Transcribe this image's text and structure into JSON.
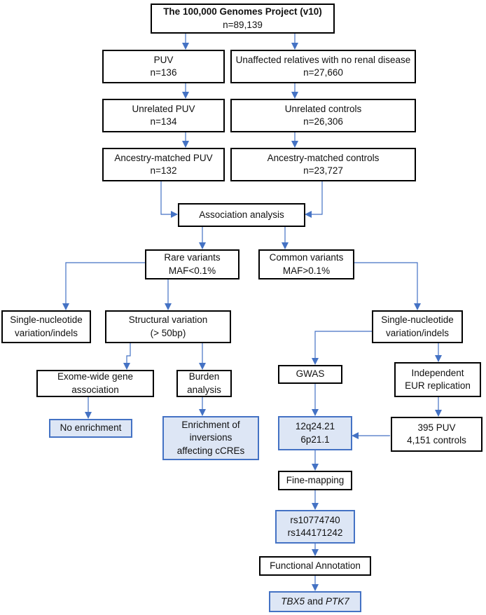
{
  "nodes": {
    "root": {
      "line1": "The 100,000 Genomes Project (v10)",
      "line2": "n=89,139"
    },
    "puv": {
      "line1": "PUV",
      "line2": "n=136"
    },
    "unaffected": {
      "line1": "Unaffected relatives with no renal disease",
      "line2": "n=27,660"
    },
    "unrel_puv": {
      "line1": "Unrelated PUV",
      "line2": "n=134"
    },
    "unrel_ctrl": {
      "line1": "Unrelated controls",
      "line2": "n=26,306"
    },
    "anc_puv": {
      "line1": "Ancestry-matched PUV",
      "line2": "n=132"
    },
    "anc_ctrl": {
      "line1": "Ancestry-matched controls",
      "line2": "n=23,727"
    },
    "assoc": {
      "line1": "Association analysis"
    },
    "rare": {
      "line1": "Rare variants",
      "line2": "MAF<0.1%"
    },
    "common": {
      "line1": "Common variants",
      "line2": "MAF>0.1%"
    },
    "snv_rare": {
      "line1": "Single-nucleotide",
      "line2": "variation/indels"
    },
    "sv": {
      "line1": "Structural variation",
      "line2": "(> 50bp)"
    },
    "snv_common": {
      "line1": "Single-nucleotide",
      "line2": "variation/indels"
    },
    "exome": {
      "line1": "Exome-wide gene",
      "line2": "association"
    },
    "burden": {
      "line1": "Burden",
      "line2": "analysis"
    },
    "gwas": {
      "line1": "GWAS"
    },
    "eur": {
      "line1": "Independent",
      "line2": "EUR replication"
    },
    "noenrich": {
      "line1": "No enrichment"
    },
    "inversions": {
      "line1": "Enrichment of",
      "line2": "inversions",
      "line3": "affecting cCREs"
    },
    "loci": {
      "line1": "12q24.21",
      "line2": "6p21.1"
    },
    "repl": {
      "line1": "395 PUV",
      "line2": "4,151 controls"
    },
    "finemap": {
      "line1": "Fine-mapping"
    },
    "rsids": {
      "line1": "rs10774740",
      "line2": "rs144171242"
    },
    "functional": {
      "line1": "Functional Annotation"
    },
    "genes": {
      "gene1": "TBX5",
      "conj": " and ",
      "gene2": "PTK7"
    }
  },
  "colors": {
    "arrow": "#4472c4",
    "result_fill": "#dde6f5",
    "result_border": "#4472c4",
    "box_border": "#000000"
  }
}
